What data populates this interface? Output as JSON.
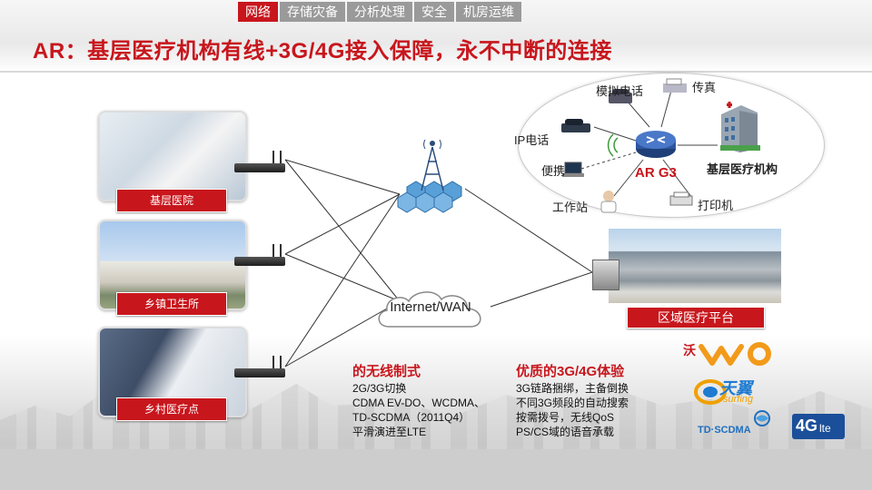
{
  "nav": {
    "tabs": [
      {
        "label": "网络",
        "active": true
      },
      {
        "label": "存储灾备",
        "active": false
      },
      {
        "label": "分析处理",
        "active": false
      },
      {
        "label": "安全",
        "active": false
      },
      {
        "label": "机房运维",
        "active": false
      }
    ]
  },
  "title": "AR：基层医疗机构有线+3G/4G接入保障，永不中断的连接",
  "sites": [
    {
      "label": "基层医院"
    },
    {
      "label": "乡镇卫生所"
    },
    {
      "label": "乡村医疗点"
    }
  ],
  "network": {
    "cloud_label": "Internet/WAN",
    "platform_label": "区域医疗平台"
  },
  "topology": {
    "device_name": "AR G3",
    "institution_label": "基层医疗机构",
    "endpoints": {
      "analog_phone": "模拟电话",
      "fax": "传真",
      "ip_phone": "IP电话",
      "laptop": "便携",
      "workstation": "工作站",
      "printer": "打印机"
    }
  },
  "wireless": {
    "title": "的无线制式",
    "lines": [
      "2G/3G切换",
      "CDMA EV-DO、WCDMA、",
      "TD-SCDMA（2011Q4）",
      "平滑演进至LTE"
    ]
  },
  "experience": {
    "title": "优质的3G/4G体验",
    "lines": [
      "3G链路捆绑，主备倒换",
      "不同3G频段的自动搜索",
      "按需拨号，无线QoS",
      "PS/CS域的语音承载"
    ]
  },
  "logos": {
    "wo": "沃",
    "tianyi": "天翼",
    "surfing": "surfing",
    "tdscdma": "TD·SCDMA",
    "fourg": "4G",
    "lte": "lte"
  },
  "colors": {
    "accent": "#c8161d",
    "nav_inactive": "#9a9a9a"
  }
}
